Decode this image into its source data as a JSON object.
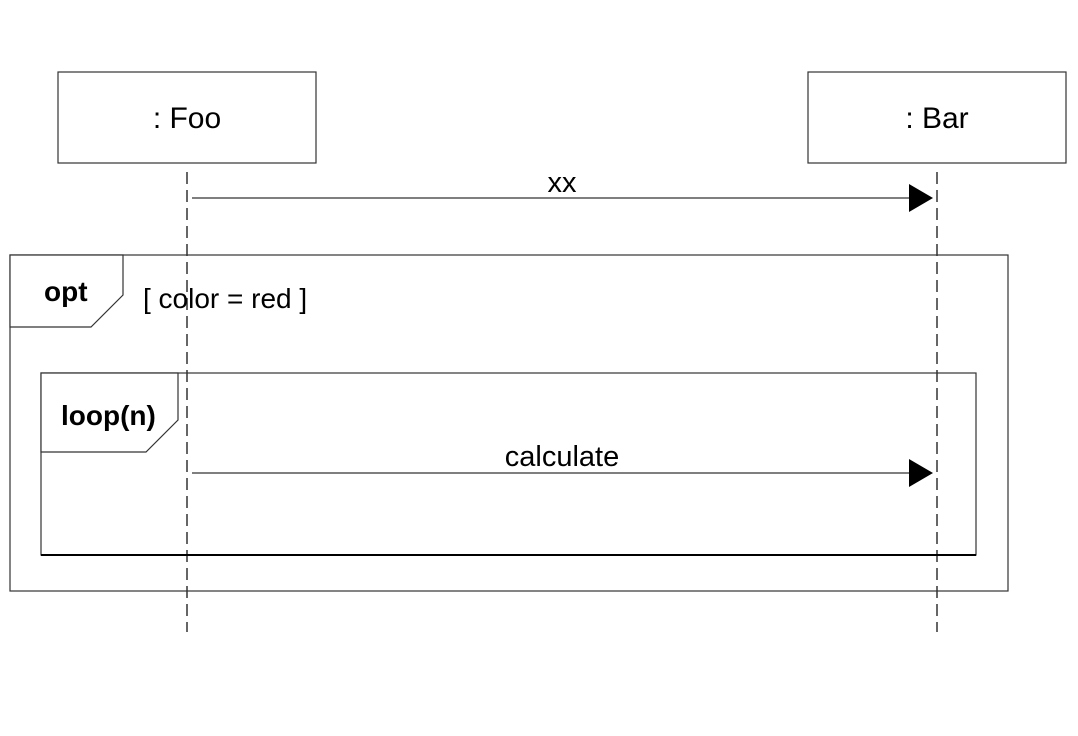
{
  "lifelines": [
    {
      "id": "foo",
      "label": ": Foo"
    },
    {
      "id": "bar",
      "label": ": Bar"
    }
  ],
  "messages": [
    {
      "id": "xx",
      "label": "xx",
      "from": "foo",
      "to": "bar"
    },
    {
      "id": "calculate",
      "label": "calculate",
      "from": "foo",
      "to": "bar"
    }
  ],
  "fragments": [
    {
      "id": "opt",
      "operator": "opt",
      "guard": "[ color = red ]"
    },
    {
      "id": "loop",
      "operator": "loop(n)",
      "guard": ""
    }
  ],
  "colors": {
    "stroke": "#000000",
    "lifeline": "#333333",
    "background": "#ffffff"
  }
}
